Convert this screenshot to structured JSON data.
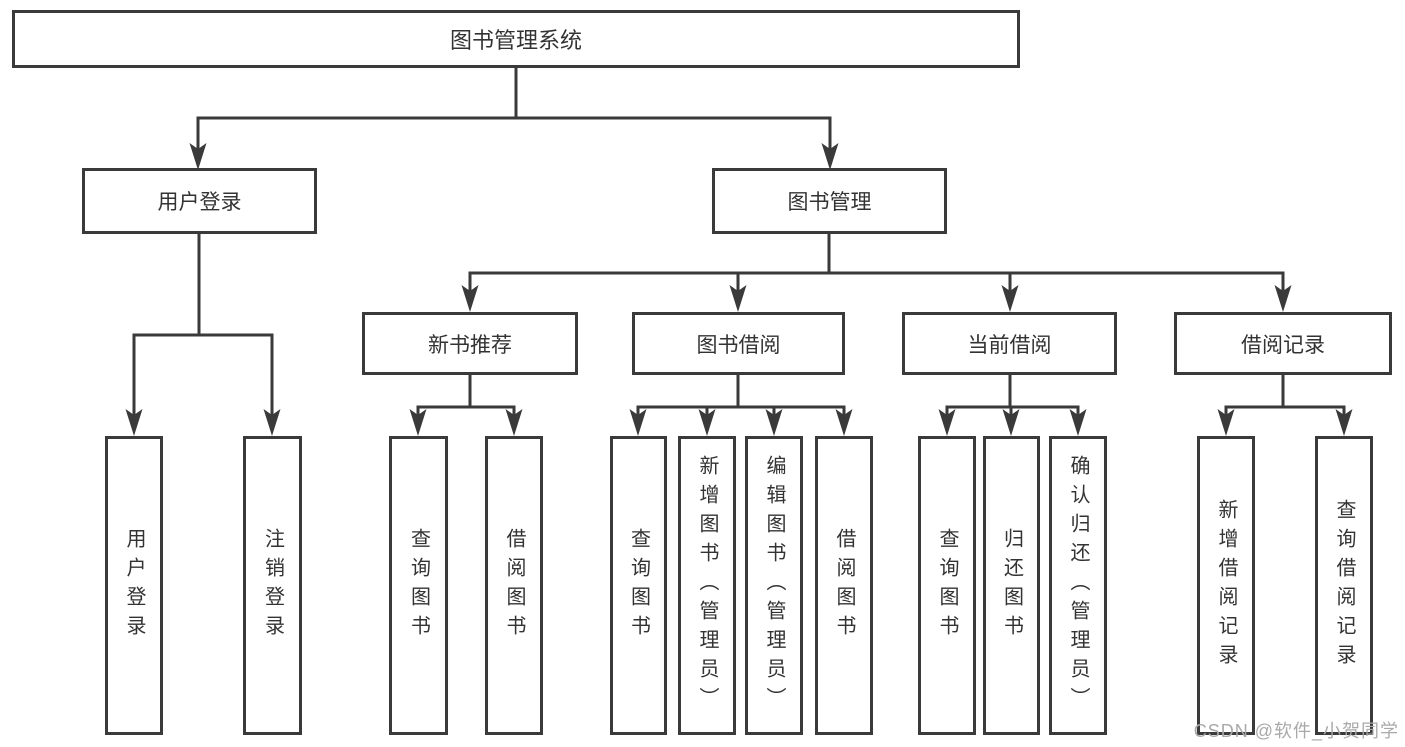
{
  "tree": {
    "root": "图书管理系统",
    "branches": [
      {
        "label": "用户登录",
        "children": [
          {
            "label": "用户登录"
          },
          {
            "label": "注销登录"
          }
        ]
      },
      {
        "label": "图书管理",
        "children": [
          {
            "label": "新书推荐",
            "children": [
              {
                "label": "查询图书"
              },
              {
                "label": "借阅图书"
              }
            ]
          },
          {
            "label": "图书借阅",
            "children": [
              {
                "label": "查询图书"
              },
              {
                "label": "新增图书（管理员）"
              },
              {
                "label": "编辑图书（管理员）"
              },
              {
                "label": "借阅图书"
              }
            ]
          },
          {
            "label": "当前借阅",
            "children": [
              {
                "label": "查询图书"
              },
              {
                "label": "归还图书"
              },
              {
                "label": "确认归还（管理员）"
              }
            ]
          },
          {
            "label": "借阅记录",
            "children": [
              {
                "label": "新增借阅记录"
              },
              {
                "label": "查询借阅记录"
              }
            ]
          }
        ]
      }
    ]
  },
  "watermark": {
    "text": "CSDN @软件_小贺同学"
  },
  "colors": {
    "line": "#3a3a3a",
    "border": "#3a3a3a",
    "text": "#333333",
    "background": "#ffffff",
    "watermark": "#a9a9a9"
  }
}
